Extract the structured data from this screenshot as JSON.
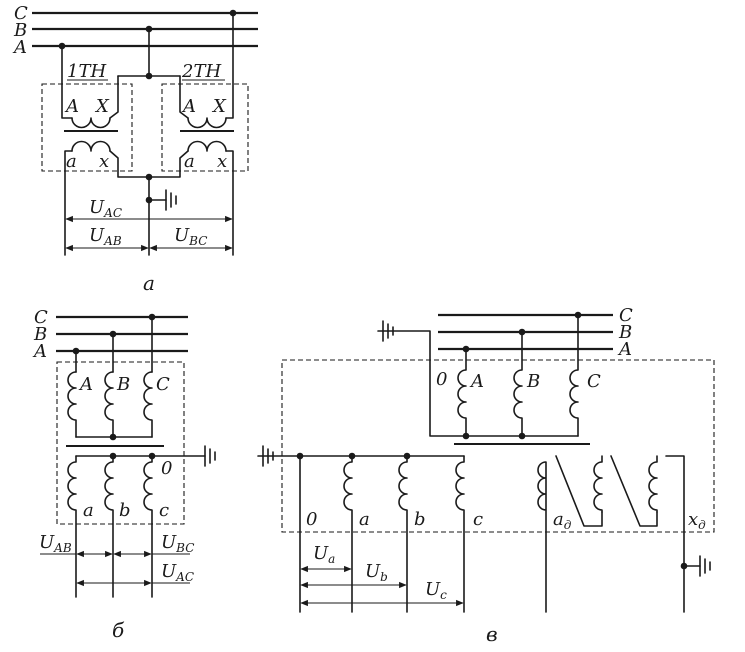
{
  "diagram_a": {
    "phase_c": "C",
    "phase_b": "B",
    "phase_a": "A",
    "tv1_name": "1TH",
    "tv2_name": "2TH",
    "tv1_primary_start": "A",
    "tv1_primary_end": "X",
    "tv2_primary_start": "A",
    "tv2_primary_end": "X",
    "tv1_secondary_start": "a",
    "tv1_secondary_end": "x",
    "tv2_secondary_start": "a",
    "tv2_secondary_end": "x",
    "u_ac": "U",
    "u_ac_sub": "AC",
    "u_ab": "U",
    "u_ab_sub": "AB",
    "u_bc": "U",
    "u_bc_sub": "BC",
    "caption": "а"
  },
  "diagram_b": {
    "phase_c": "C",
    "phase_b": "B",
    "phase_a": "A",
    "primary_a": "A",
    "primary_b": "B",
    "primary_c": "C",
    "neutral": "0",
    "secondary_a": "a",
    "secondary_b": "b",
    "secondary_c": "c",
    "u_ab": "U",
    "u_ab_sub": "AB",
    "u_bc": "U",
    "u_bc_sub": "BC",
    "u_ac": "U",
    "u_ac_sub": "AC",
    "caption": "б"
  },
  "diagram_v": {
    "phase_c": "C",
    "phase_b": "B",
    "phase_a": "A",
    "primary_neutral": "0",
    "primary_a": "A",
    "primary_b": "B",
    "primary_c": "C",
    "secondary_neutral": "0",
    "secondary_a": "a",
    "secondary_b": "b",
    "secondary_c": "c",
    "aux_start": "a",
    "aux_start_sub": "д",
    "aux_end": "x",
    "aux_end_sub": "д",
    "u_a": "U",
    "u_a_sub": "a",
    "u_b": "U",
    "u_b_sub": "b",
    "u_c": "U",
    "u_c_sub": "c",
    "caption": "в"
  }
}
